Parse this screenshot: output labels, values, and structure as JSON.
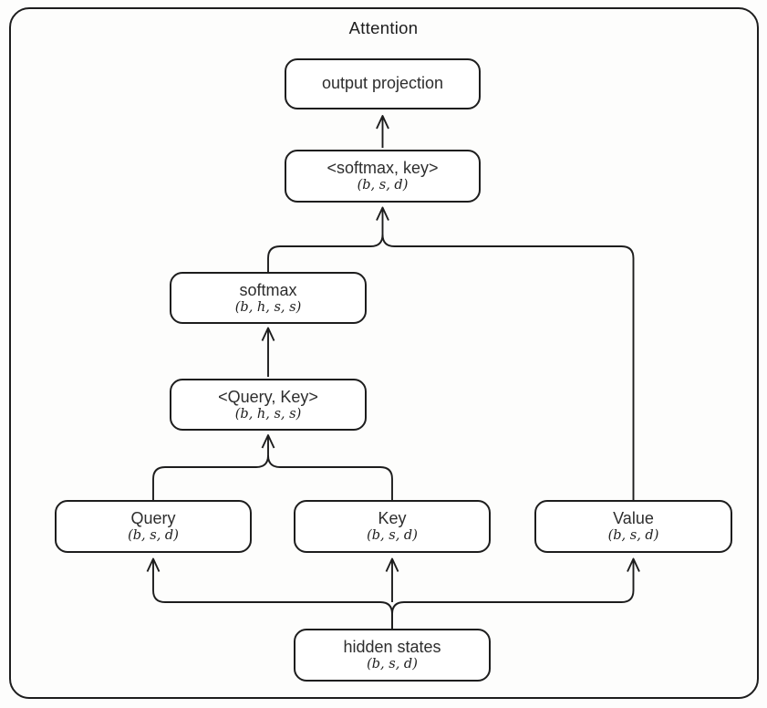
{
  "title": "Attention",
  "colors": {
    "background": "#fdfdfc",
    "box_fill": "#ffffff",
    "line": "#1d1d1d",
    "text": "#2d2d2d"
  },
  "nodes": {
    "output_projection": {
      "label": "output projection",
      "shape": ""
    },
    "softmax_key": {
      "label": "<softmax, key>",
      "shape": "(b, s, d)"
    },
    "softmax": {
      "label": "softmax",
      "shape": "(b, h, s, s)"
    },
    "query_key": {
      "label": "<Query, Key>",
      "shape": "(b, h, s, s)"
    },
    "query": {
      "label": "Query",
      "shape": "(b, s, d)"
    },
    "key": {
      "label": "Key",
      "shape": "(b, s, d)"
    },
    "value": {
      "label": "Value",
      "shape": "(b, s, d)"
    },
    "hidden_states": {
      "label": "hidden states",
      "shape": "(b, s, d)"
    }
  },
  "edges": [
    {
      "from": "softmax_key",
      "to": "output_projection"
    },
    {
      "from": "softmax",
      "to": "softmax_key"
    },
    {
      "from": "value",
      "to": "softmax_key"
    },
    {
      "from": "query_key",
      "to": "softmax"
    },
    {
      "from": "query",
      "to": "query_key"
    },
    {
      "from": "key",
      "to": "query_key"
    },
    {
      "from": "hidden_states",
      "to": "query"
    },
    {
      "from": "hidden_states",
      "to": "key"
    },
    {
      "from": "hidden_states",
      "to": "value"
    }
  ]
}
